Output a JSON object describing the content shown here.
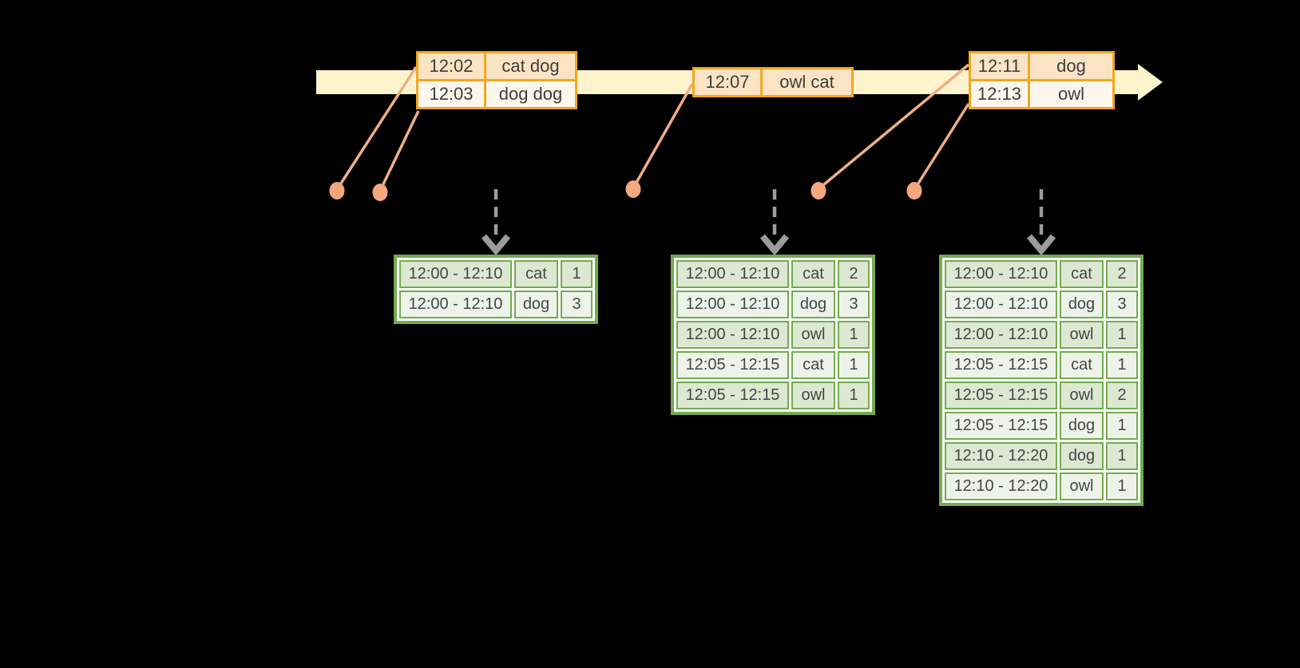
{
  "colors": {
    "background": "#000000",
    "timeline_band": "#fdf3cd",
    "event_border": "#f0a81f",
    "event_row_dark": "#fbe3c4",
    "event_row_light": "#fdf6ec",
    "connector": "#efae85",
    "dot": "#f1a87d",
    "down_arrow": "#9c9c9c",
    "result_border": "#74ab50",
    "result_row_dark": "#dce8d2",
    "result_row_light": "#eef3ea",
    "text": "#3e3e3e"
  },
  "icons": {
    "timeline": "arrow-right-icon",
    "event_marker": "dot-icon",
    "trigger": "arrow-down-icon"
  },
  "event_tables": [
    {
      "name": "events-near-12-02",
      "rows": [
        [
          "12:02",
          "cat dog"
        ],
        [
          "12:03",
          "dog dog"
        ]
      ]
    },
    {
      "name": "events-near-12-07",
      "rows": [
        [
          "12:07",
          "owl cat"
        ]
      ]
    },
    {
      "name": "events-near-12-11",
      "rows": [
        [
          "12:11",
          "dog"
        ],
        [
          "12:13",
          "owl"
        ]
      ]
    }
  ],
  "result_tables": [
    {
      "name": "result-table-1",
      "rows": [
        [
          "12:00 - 12:10",
          "cat",
          "1"
        ],
        [
          "12:00 - 12:10",
          "dog",
          "3"
        ]
      ]
    },
    {
      "name": "result-table-2",
      "rows": [
        [
          "12:00 - 12:10",
          "cat",
          "2"
        ],
        [
          "12:00 - 12:10",
          "dog",
          "3"
        ],
        [
          "12:00 - 12:10",
          "owl",
          "1"
        ],
        [
          "12:05 - 12:15",
          "cat",
          "1"
        ],
        [
          "12:05 - 12:15",
          "owl",
          "1"
        ]
      ]
    },
    {
      "name": "result-table-3",
      "rows": [
        [
          "12:00 - 12:10",
          "cat",
          "2"
        ],
        [
          "12:00 - 12:10",
          "dog",
          "3"
        ],
        [
          "12:00 - 12:10",
          "owl",
          "1"
        ],
        [
          "12:05 - 12:15",
          "cat",
          "1"
        ],
        [
          "12:05 - 12:15",
          "owl",
          "2"
        ],
        [
          "12:05 - 12:15",
          "dog",
          "1"
        ],
        [
          "12:10 - 12:20",
          "dog",
          "1"
        ],
        [
          "12:10 - 12:20",
          "owl",
          "1"
        ]
      ]
    }
  ]
}
